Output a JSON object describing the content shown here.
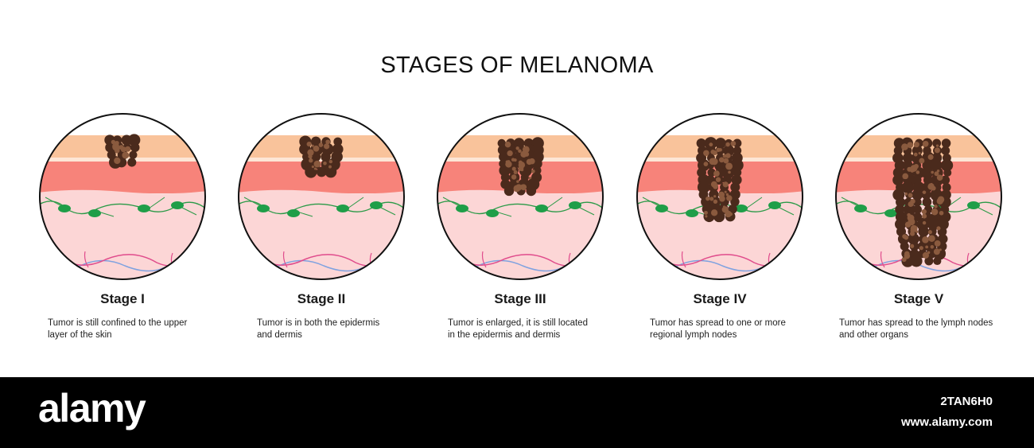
{
  "title": "STAGES OF MELANOMA",
  "stages": [
    {
      "name": "Stage I",
      "description_line1": "Tumor is still confined to the upper",
      "description_line2": "layer of the skin"
    },
    {
      "name": "Stage II",
      "description_line1": "Tumor is in both the epidermis",
      "description_line2": "and dermis"
    },
    {
      "name": "Stage III",
      "description_line1": "Tumor is enlarged, it is still located",
      "description_line2": "in the epidermis and dermis"
    },
    {
      "name": "Stage IV",
      "description_line1": "Tumor has spread to one or more",
      "description_line2": "regional lymph nodes"
    },
    {
      "name": "Stage V",
      "description_line1": "Tumor has spread to the lymph nodes",
      "description_line2": "and other organs"
    }
  ],
  "watermark": {
    "brand": "alamy",
    "image_id": "2TAN6H0",
    "site": "www.alamy.com"
  },
  "colors": {
    "epidermis_top": "#f9c39b",
    "epidermis_line": "#fde6d6",
    "dermis": "#f7837a",
    "hypodermis": "#fcd6d6",
    "lymph_node": "#1f9e48",
    "lymph_vessel": "#2a9a47",
    "tumor": "#4a2a1c",
    "tumor_cell": "#8a5a3e",
    "vein": "#7fa2e0",
    "artery": "#e04c8c"
  }
}
